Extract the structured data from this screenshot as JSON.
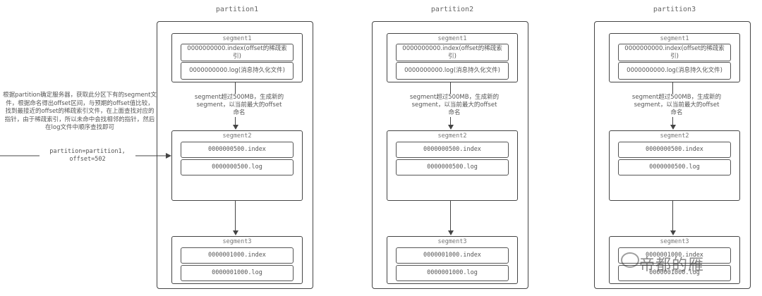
{
  "partitions": [
    {
      "title": "partition1",
      "segments": [
        {
          "title": "segment1",
          "files": [
            "0000000000.index(offset的稀疏索引)",
            "0000000000.log(消息持久化文件)"
          ]
        },
        {
          "title": "segment2",
          "files": [
            "0000000500.index",
            "0000000500.log"
          ]
        },
        {
          "title": "segment3",
          "files": [
            "0000001000.index",
            "0000001000.log"
          ]
        }
      ],
      "rollover_note": "segment超过500MB，生成新的segment，以当前最大的offset命名"
    },
    {
      "title": "partition2",
      "segments": [
        {
          "title": "segment1",
          "files": [
            "0000000000.index(offset的稀疏索引)",
            "0000000000.log(消息持久化文件)"
          ]
        },
        {
          "title": "segment2",
          "files": [
            "0000000500.index",
            "0000000500.log"
          ]
        },
        {
          "title": "segment3",
          "files": [
            "0000001000.index",
            "0000001000.log"
          ]
        }
      ],
      "rollover_note": "segment超过500MB，生成新的segment，以当前最大的offset命名"
    },
    {
      "title": "partition3",
      "segments": [
        {
          "title": "segment1",
          "files": [
            "0000000000.index(offset的稀疏索引)",
            "0000000000.log(消息持久化文件)"
          ]
        },
        {
          "title": "segment2",
          "files": [
            "0000000500.index",
            "0000000500.log"
          ]
        },
        {
          "title": "segment3",
          "files": [
            "0000001000.index",
            "0000001000.log"
          ]
        }
      ],
      "rollover_note": "segment超过500MB，生成新的segment，以当前最大的offset命名"
    }
  ],
  "lookup_note": "根据partition确定服务器，获取此分区下有的segment文件，根据命名得出offset区间，与预期的offset值比较，找到最接近的offset的稀疏索引文件，在上面查找对应的指针，由于稀疏索引，所以未命中会找相邻的指针，然后在log文件中顺序查找即可",
  "query_label": "partition=partition1, offset=502",
  "watermark": "帝都的雁"
}
